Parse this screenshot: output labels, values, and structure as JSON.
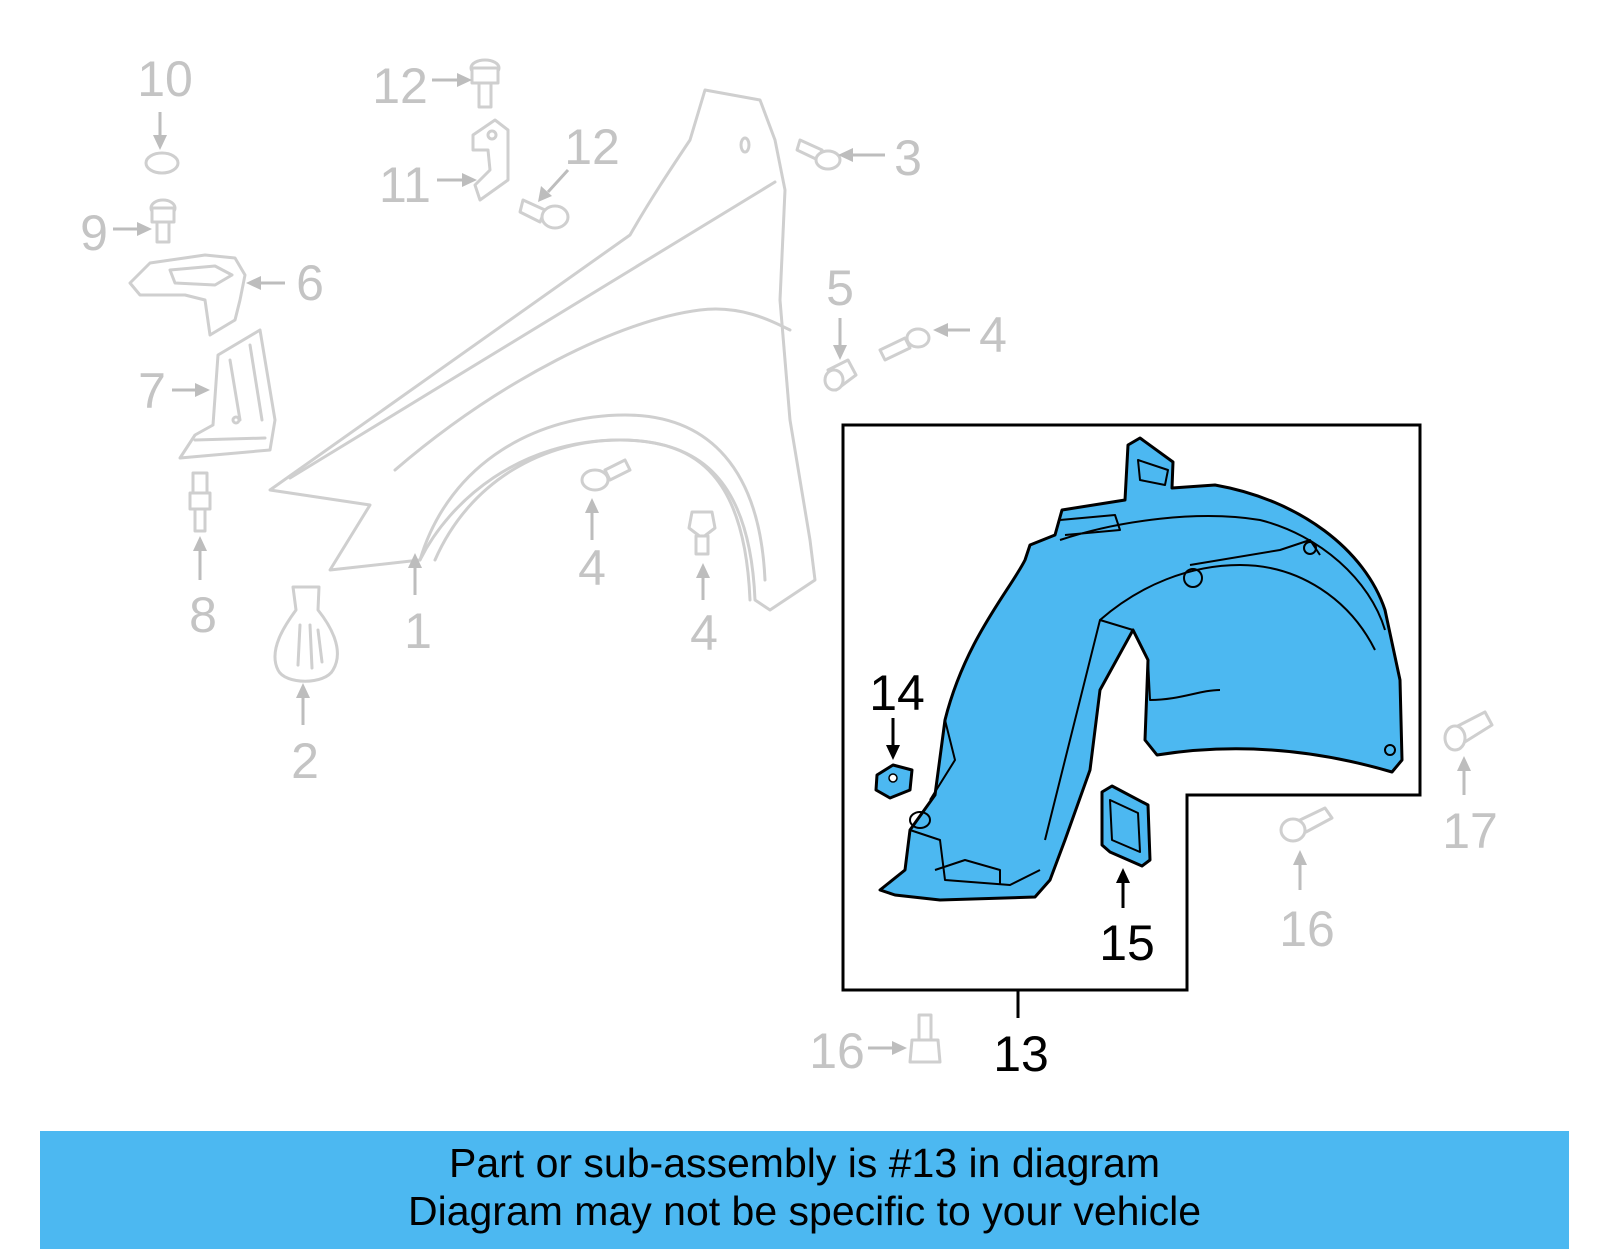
{
  "diagram": {
    "callouts": {
      "c1": "1",
      "c2": "2",
      "c3": "3",
      "c4a": "4",
      "c4b": "4",
      "c4c": "4",
      "c5": "5",
      "c6": "6",
      "c7": "7",
      "c8": "8",
      "c9": "9",
      "c10": "10",
      "c11": "11",
      "c12a": "12",
      "c12b": "12",
      "c13": "13",
      "c14": "14",
      "c15": "15",
      "c16a": "16",
      "c16b": "16",
      "c17": "17"
    },
    "highlight_color": "#4cb8f1",
    "inactive_color": "#c4c4c4"
  },
  "banner": {
    "line1": "Part or sub-assembly is #13 in diagram",
    "line2": "Diagram may not be specific to your vehicle",
    "background": "#4cb8f1"
  }
}
